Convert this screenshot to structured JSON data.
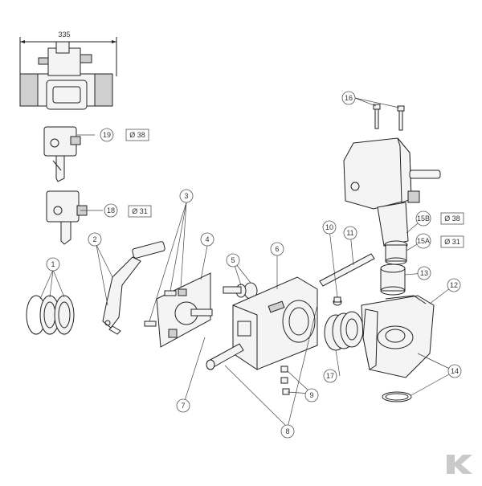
{
  "diagram": {
    "overall_dimension": "335",
    "callouts": [
      {
        "id": "c1",
        "label": "1"
      },
      {
        "id": "c2",
        "label": "2"
      },
      {
        "id": "c3",
        "label": "3"
      },
      {
        "id": "c4",
        "label": "4"
      },
      {
        "id": "c5",
        "label": "5"
      },
      {
        "id": "c6",
        "label": "6"
      },
      {
        "id": "c7",
        "label": "7"
      },
      {
        "id": "c8",
        "label": "8"
      },
      {
        "id": "c9",
        "label": "9"
      },
      {
        "id": "c10",
        "label": "10"
      },
      {
        "id": "c11",
        "label": "11"
      },
      {
        "id": "c12",
        "label": "12"
      },
      {
        "id": "c13",
        "label": "13"
      },
      {
        "id": "c14",
        "label": "14"
      },
      {
        "id": "c15a",
        "label": "15A"
      },
      {
        "id": "c15b",
        "label": "15B"
      },
      {
        "id": "c16",
        "label": "16"
      },
      {
        "id": "c17",
        "label": "17"
      },
      {
        "id": "c18",
        "label": "18"
      },
      {
        "id": "c19",
        "label": "19"
      }
    ],
    "diameter_labels": {
      "d19": "Ø 38",
      "d18": "Ø 31",
      "d15b": "Ø 38",
      "d15a": "Ø 31"
    },
    "logo": "brand-k-logo"
  }
}
